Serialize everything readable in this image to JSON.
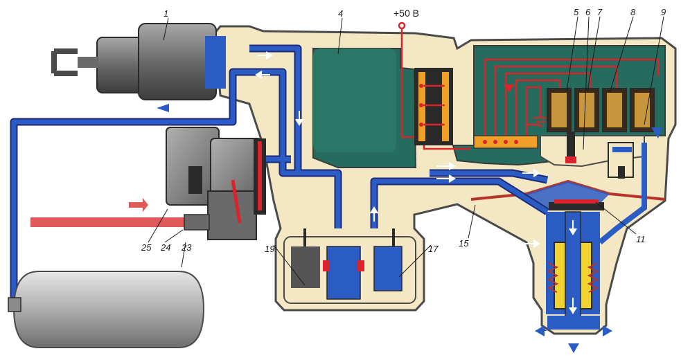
{
  "supply_voltage": "+50 В",
  "callouts": [
    {
      "id": "c1",
      "text": "1"
    },
    {
      "id": "c4",
      "text": "4"
    },
    {
      "id": "c5",
      "text": "5"
    },
    {
      "id": "c6",
      "text": "6"
    },
    {
      "id": "c7",
      "text": "7"
    },
    {
      "id": "c8",
      "text": "8"
    },
    {
      "id": "c9",
      "text": "9"
    },
    {
      "id": "c11",
      "text": "11"
    },
    {
      "id": "c15",
      "text": "15"
    },
    {
      "id": "c17",
      "text": "17"
    },
    {
      "id": "c19",
      "text": "19"
    },
    {
      "id": "c23",
      "text": "23"
    },
    {
      "id": "c24",
      "text": "24"
    },
    {
      "id": "c25",
      "text": "25"
    }
  ],
  "colors": {
    "air_line": "#2a5cc4",
    "supply_line": "#e05a5a",
    "housing_fill": "#f4e8c4",
    "housing_stroke": "#4a4a4a",
    "chamber": "#256b5e",
    "wire": "#d8242a",
    "coil": "#c8963c",
    "yellow_part": "#f0d230",
    "tank": "#b8b8b8",
    "unit_gray": "#8c8c8c"
  },
  "icons": [
    "flow-arrow-icon",
    "exhaust-arrow-icon",
    "supply-arrow-icon"
  ]
}
